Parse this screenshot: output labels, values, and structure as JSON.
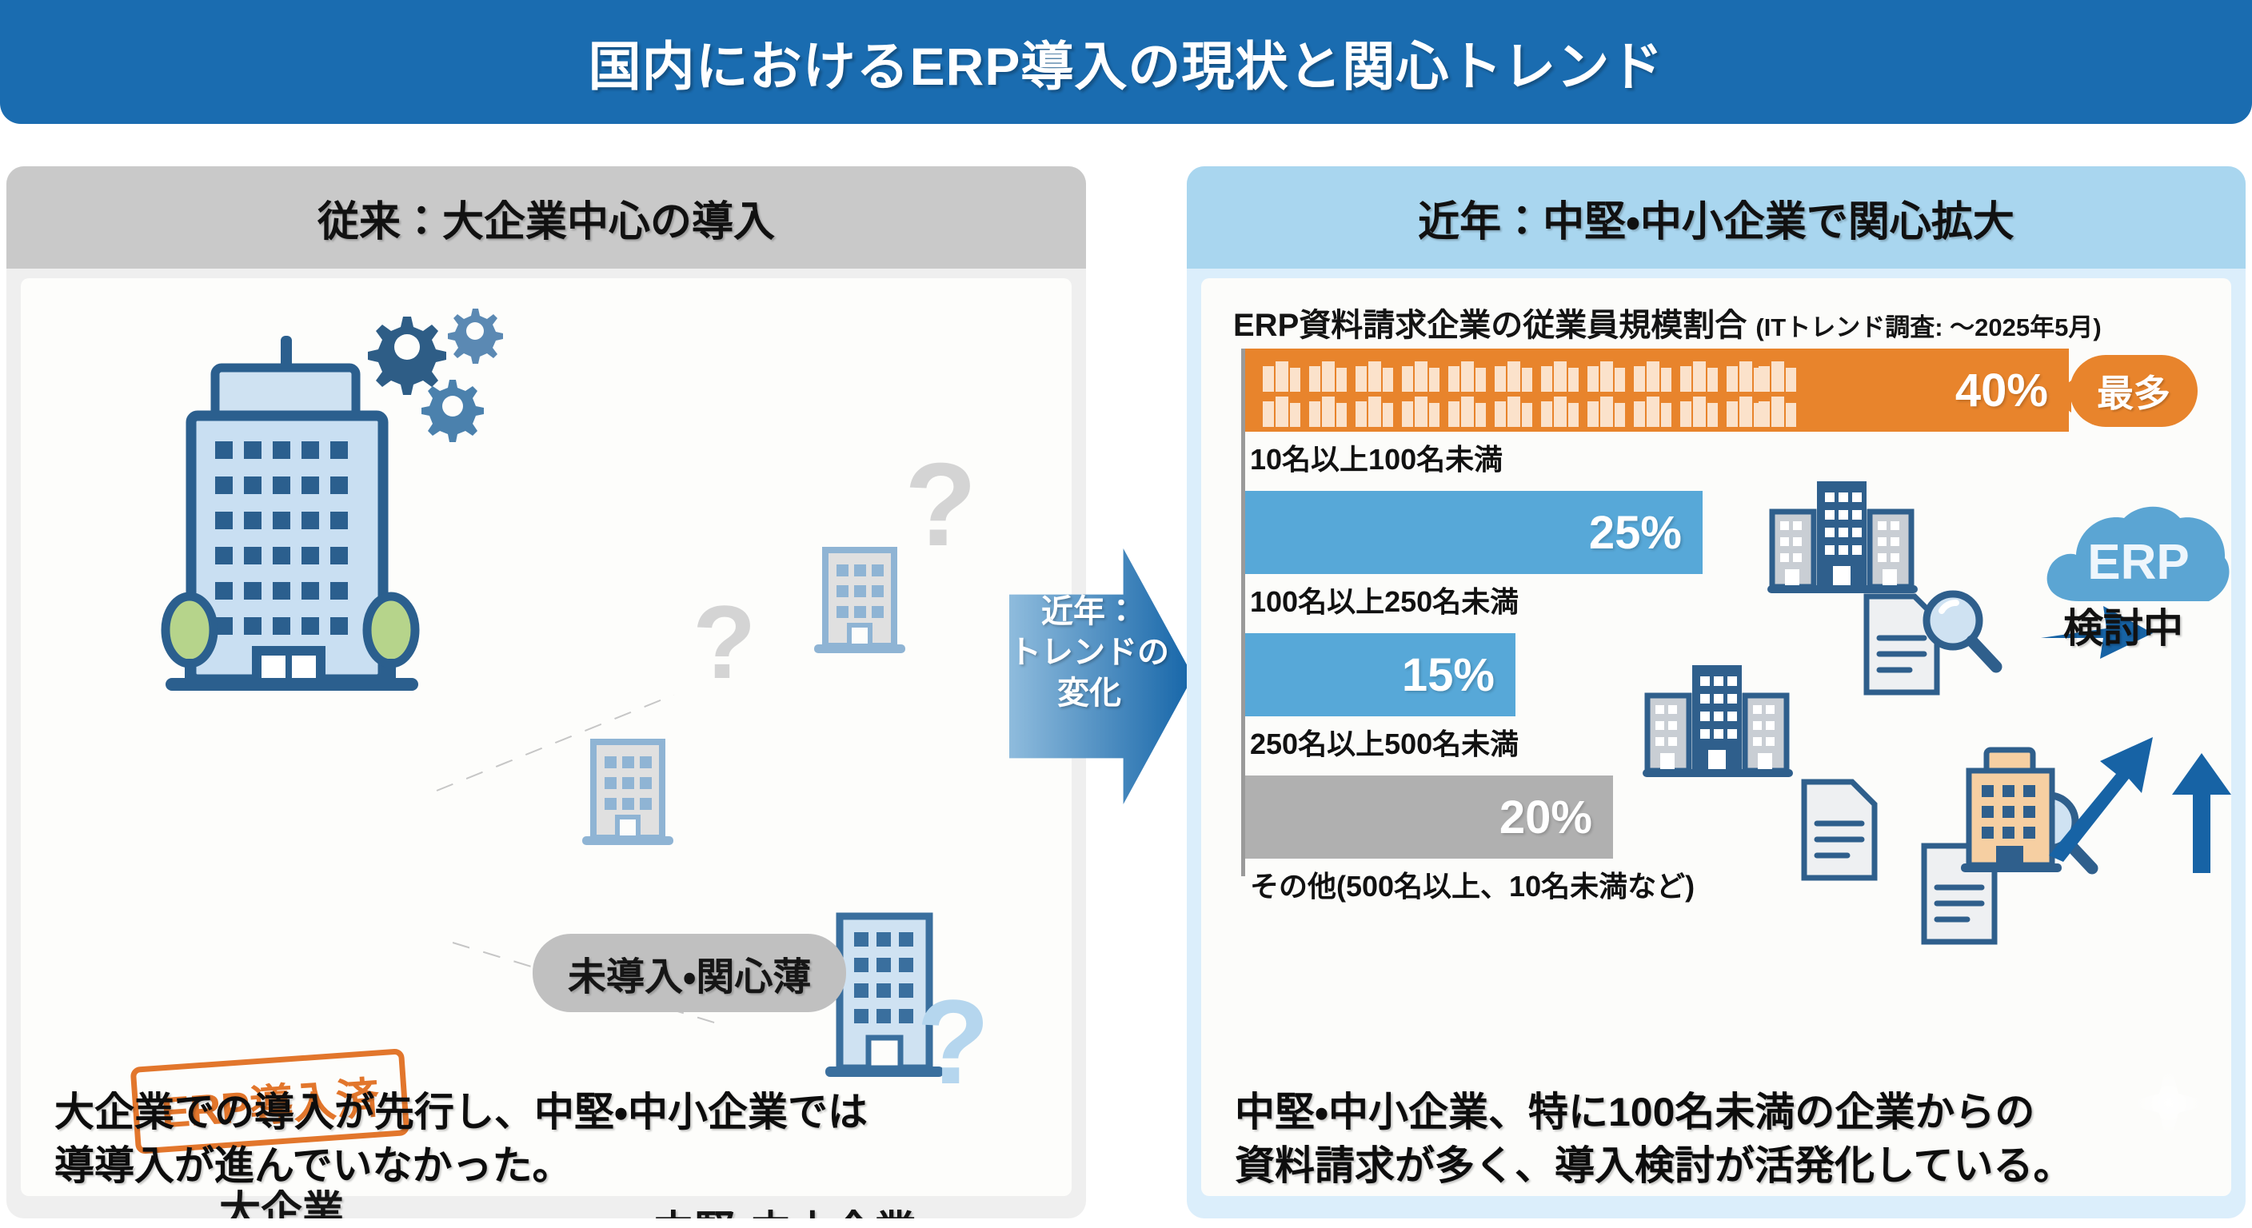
{
  "title": "国内におけるERP導入の現状と関心トレンド",
  "colors": {
    "title_bar": "#1a6cb0",
    "left_header": "#c9c9c9",
    "right_header": "#a9d6ef",
    "right_panel": "#dbeefb",
    "accent_orange": "#e8842c",
    "accent_blue": "#57a8d8",
    "accent_gray": "#b0b0b0"
  },
  "left_panel": {
    "header": "従来：大企業中心の導入",
    "stamp": "ERP導入済",
    "caption_big": "大企業",
    "caption_sme": "中堅・中小企業",
    "pill": "未導入・関心薄",
    "note_line1": "大企業での導入が先行し、中堅・中小企業では",
    "note_line2": "導導入が進んでいなかった。"
  },
  "arrow": {
    "line1": "近年：",
    "line2": "トレンドの",
    "line3": "変化"
  },
  "right_panel": {
    "header": "近年：中堅・中小企業で関心拡大",
    "chart_title_main": "ERP資料請求企業の従業員規模割合",
    "chart_title_sub": "(ITトレンド調査: ～2025年5月)",
    "badge": "最多",
    "cloud_label": "ERP",
    "cloud_caption": "検討中",
    "note_line1": "中堅・中小企業、特に100名未満の企業からの",
    "note_line2": "資料請求が多く、導入検討が活発化している。"
  },
  "chart_data": {
    "type": "bar",
    "orientation": "horizontal",
    "title": "ERP資料請求企業の従業員規模割合",
    "subtitle": "(ITトレンド調査: ～2025年5月)",
    "xlabel": "",
    "ylabel": "",
    "xlim": [
      0,
      40
    ],
    "grid": false,
    "legend": false,
    "categories": [
      "10名以上100名未満",
      "100名以上250名未満",
      "250名以上500名未満",
      "その他(500名以上、10名未満など)"
    ],
    "values": [
      40,
      25,
      15,
      20
    ],
    "value_labels": [
      "40%",
      "25%",
      "15%",
      "20%"
    ],
    "bar_colors": [
      "#e8842c",
      "#57a8d8",
      "#57a8d8",
      "#b0b0b0"
    ],
    "annotations": [
      {
        "category": "10名以上100名未満",
        "text": "最多"
      }
    ]
  }
}
